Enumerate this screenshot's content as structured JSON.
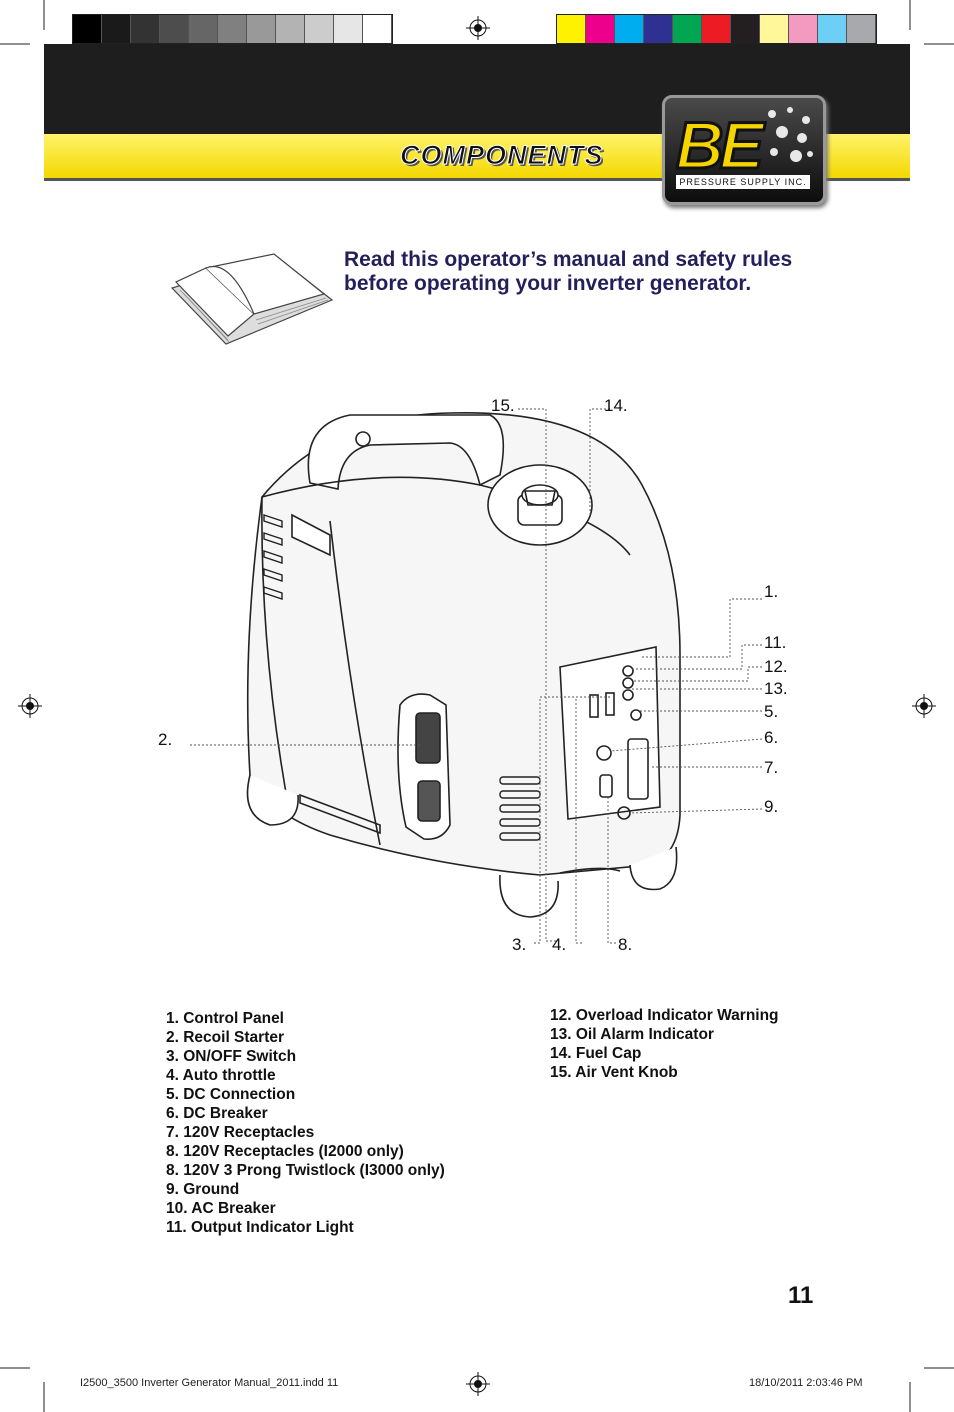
{
  "header": {
    "title": "COMPONENTS"
  },
  "logo": {
    "letters": "BE",
    "subtitle": "PRESSURE SUPPLY INC."
  },
  "intro": "Read this operator’s manual and safety rules before operating your inverter generator.",
  "colors": {
    "grayscale": [
      "#000000",
      "#1a1a1a",
      "#333333",
      "#4d4d4d",
      "#666666",
      "#808080",
      "#999999",
      "#b3b3b3",
      "#cccccc",
      "#e6e6e6",
      "#ffffff"
    ],
    "process": [
      "#fff200",
      "#ec008c",
      "#00aeef",
      "#2e3192",
      "#00a651",
      "#ed1c24",
      "#231f20",
      "#fff799",
      "#f49ac1",
      "#6dcff6",
      "#a7a9ac"
    ],
    "header_dark": "#1e1e1e",
    "header_yellow": "#f4d800",
    "intro_text": "#231f5a"
  },
  "diagram_labels": {
    "l15": "15.",
    "l14": "14.",
    "l1": "1.",
    "l11": "11.",
    "l12": "12.",
    "l13": "13.",
    "l5": "5.",
    "l6": "6.",
    "l7": "7.",
    "l9": "9.",
    "l2": "2.",
    "l3": "3.",
    "l4": "4.",
    "l8": "8."
  },
  "components_left": [
    "1. Control Panel",
    "2. Recoil Starter",
    "3. ON/OFF Switch",
    "4. Auto throttle",
    "5. DC Connection",
    "6. DC Breaker",
    "7. 120V Receptacles",
    "8. 120V Receptacles (I2000 only)",
    "8. 120V 3 Prong Twistlock (I3000 only)",
    "9. Ground",
    "10. AC Breaker",
    "11. Output Indicator Light"
  ],
  "components_right": [
    "12. Overload Indicator Warning",
    "13. Oil Alarm Indicator",
    "14. Fuel Cap",
    "15. Air Vent Knob"
  ],
  "page_number": "11",
  "footer": {
    "file": "I2500_3500 Inverter Generator Manual_2011.indd   11",
    "timestamp": "18/10/2011   2:03:46 PM"
  }
}
